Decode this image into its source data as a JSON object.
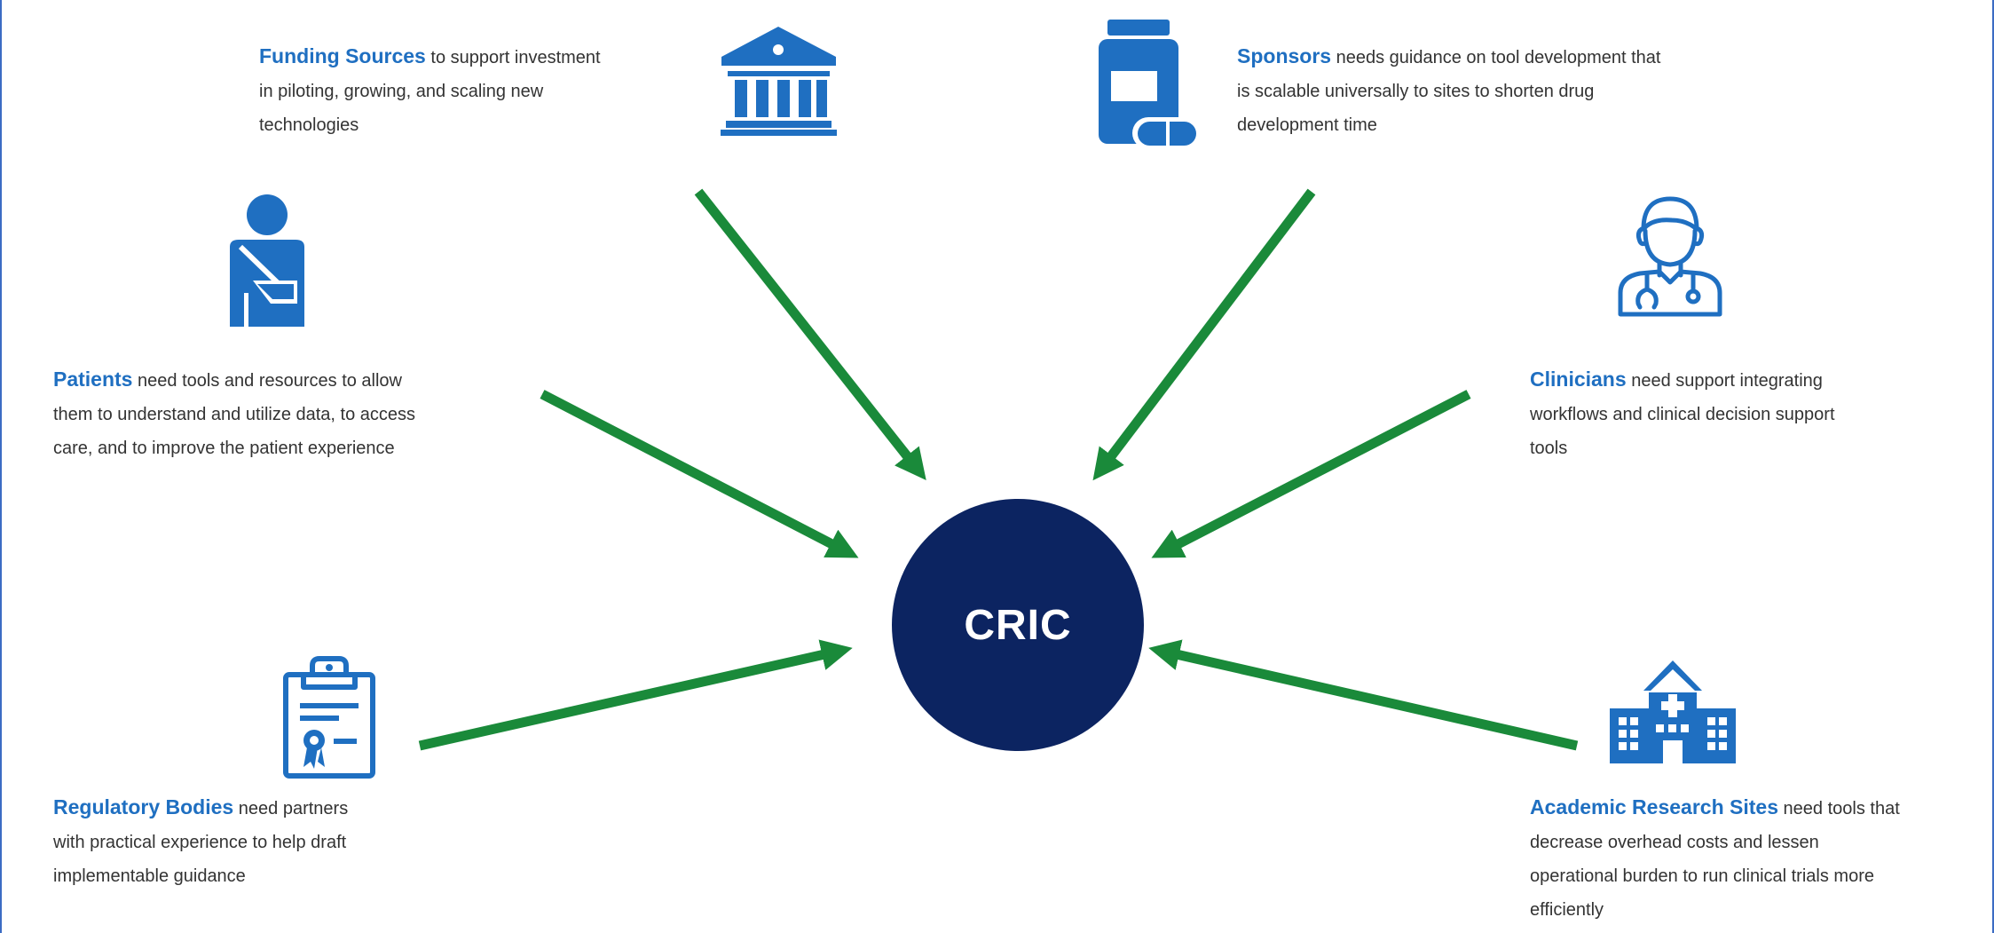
{
  "diagram": {
    "hub": {
      "label": "CRIC"
    },
    "stakeholders": [
      {
        "key": "funding",
        "title": "Funding Sources",
        "lines": [
          " to support investment",
          "in piloting, growing, and scaling new",
          "technologies"
        ],
        "icon": "bank-icon"
      },
      {
        "key": "sponsors",
        "title": "Sponsors",
        "lines": [
          " needs guidance on tool development that",
          "is scalable universally to sites to shorten  drug",
          "development time"
        ],
        "icon": "medicine-bottle-icon"
      },
      {
        "key": "patients",
        "title": "Patients",
        "lines": [
          " need tools and resources to allow",
          "them to  understand and utilize data, to access",
          "care, and to improve the patient experience"
        ],
        "icon": "patient-sling-icon"
      },
      {
        "key": "clinicians",
        "title": "Clinicians",
        "lines": [
          " need support integrating",
          "workflows and clinical decision support",
          "tools"
        ],
        "icon": "doctor-stethoscope-icon"
      },
      {
        "key": "regulatory",
        "title": "Regulatory Bodies",
        "lines": [
          " need partners",
          "with practical experience to help draft",
          "implementable guidance"
        ],
        "icon": "clipboard-certificate-icon"
      },
      {
        "key": "academic",
        "title": "Academic Research Sites",
        "lines": [
          " need tools that",
          "decrease  overhead costs and lessen",
          "operational burden to run clinical trials more",
          "efficiently"
        ],
        "icon": "hospital-building-icon"
      }
    ]
  },
  "colors": {
    "hub": "#0c2461",
    "arrow": "#1a8a3a",
    "icon": "#1f6fc1",
    "highlight": "#1f6fc1",
    "text": "#333333"
  }
}
